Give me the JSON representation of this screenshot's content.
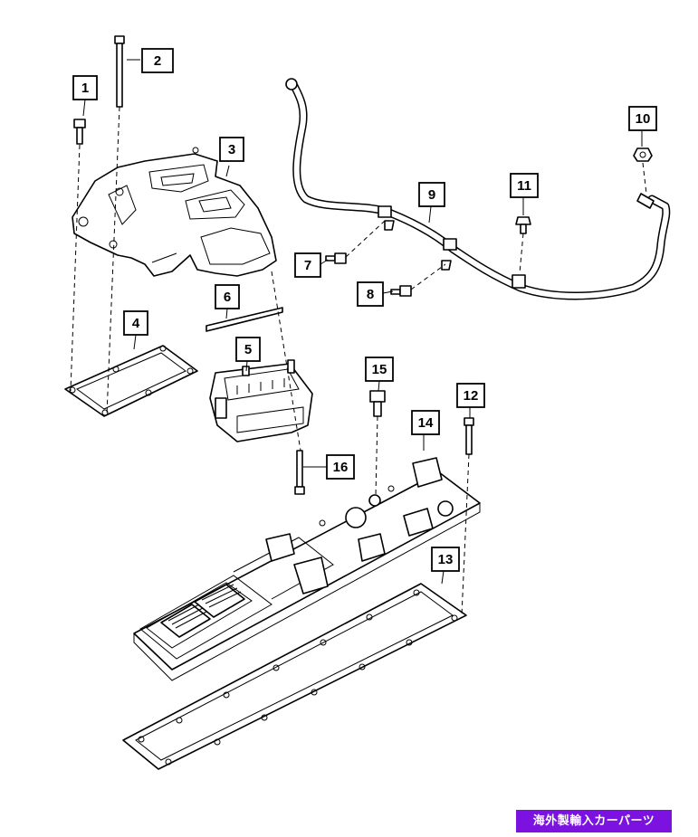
{
  "diagram": {
    "callouts": [
      {
        "id": "1",
        "label": "1"
      },
      {
        "id": "2",
        "label": "2"
      },
      {
        "id": "3",
        "label": "3"
      },
      {
        "id": "4",
        "label": "4"
      },
      {
        "id": "5",
        "label": "5"
      },
      {
        "id": "6",
        "label": "6"
      },
      {
        "id": "7",
        "label": "7"
      },
      {
        "id": "8",
        "label": "8"
      },
      {
        "id": "9",
        "label": "9"
      },
      {
        "id": "10",
        "label": "10"
      },
      {
        "id": "11",
        "label": "11"
      },
      {
        "id": "12",
        "label": "12"
      },
      {
        "id": "13",
        "label": "13"
      },
      {
        "id": "14",
        "label": "14"
      },
      {
        "id": "15",
        "label": "15"
      },
      {
        "id": "16",
        "label": "16"
      }
    ]
  },
  "watermark": {
    "text": "海外製輸入カーパーツ",
    "background": "#7b12e0",
    "color": "#ffffff"
  }
}
